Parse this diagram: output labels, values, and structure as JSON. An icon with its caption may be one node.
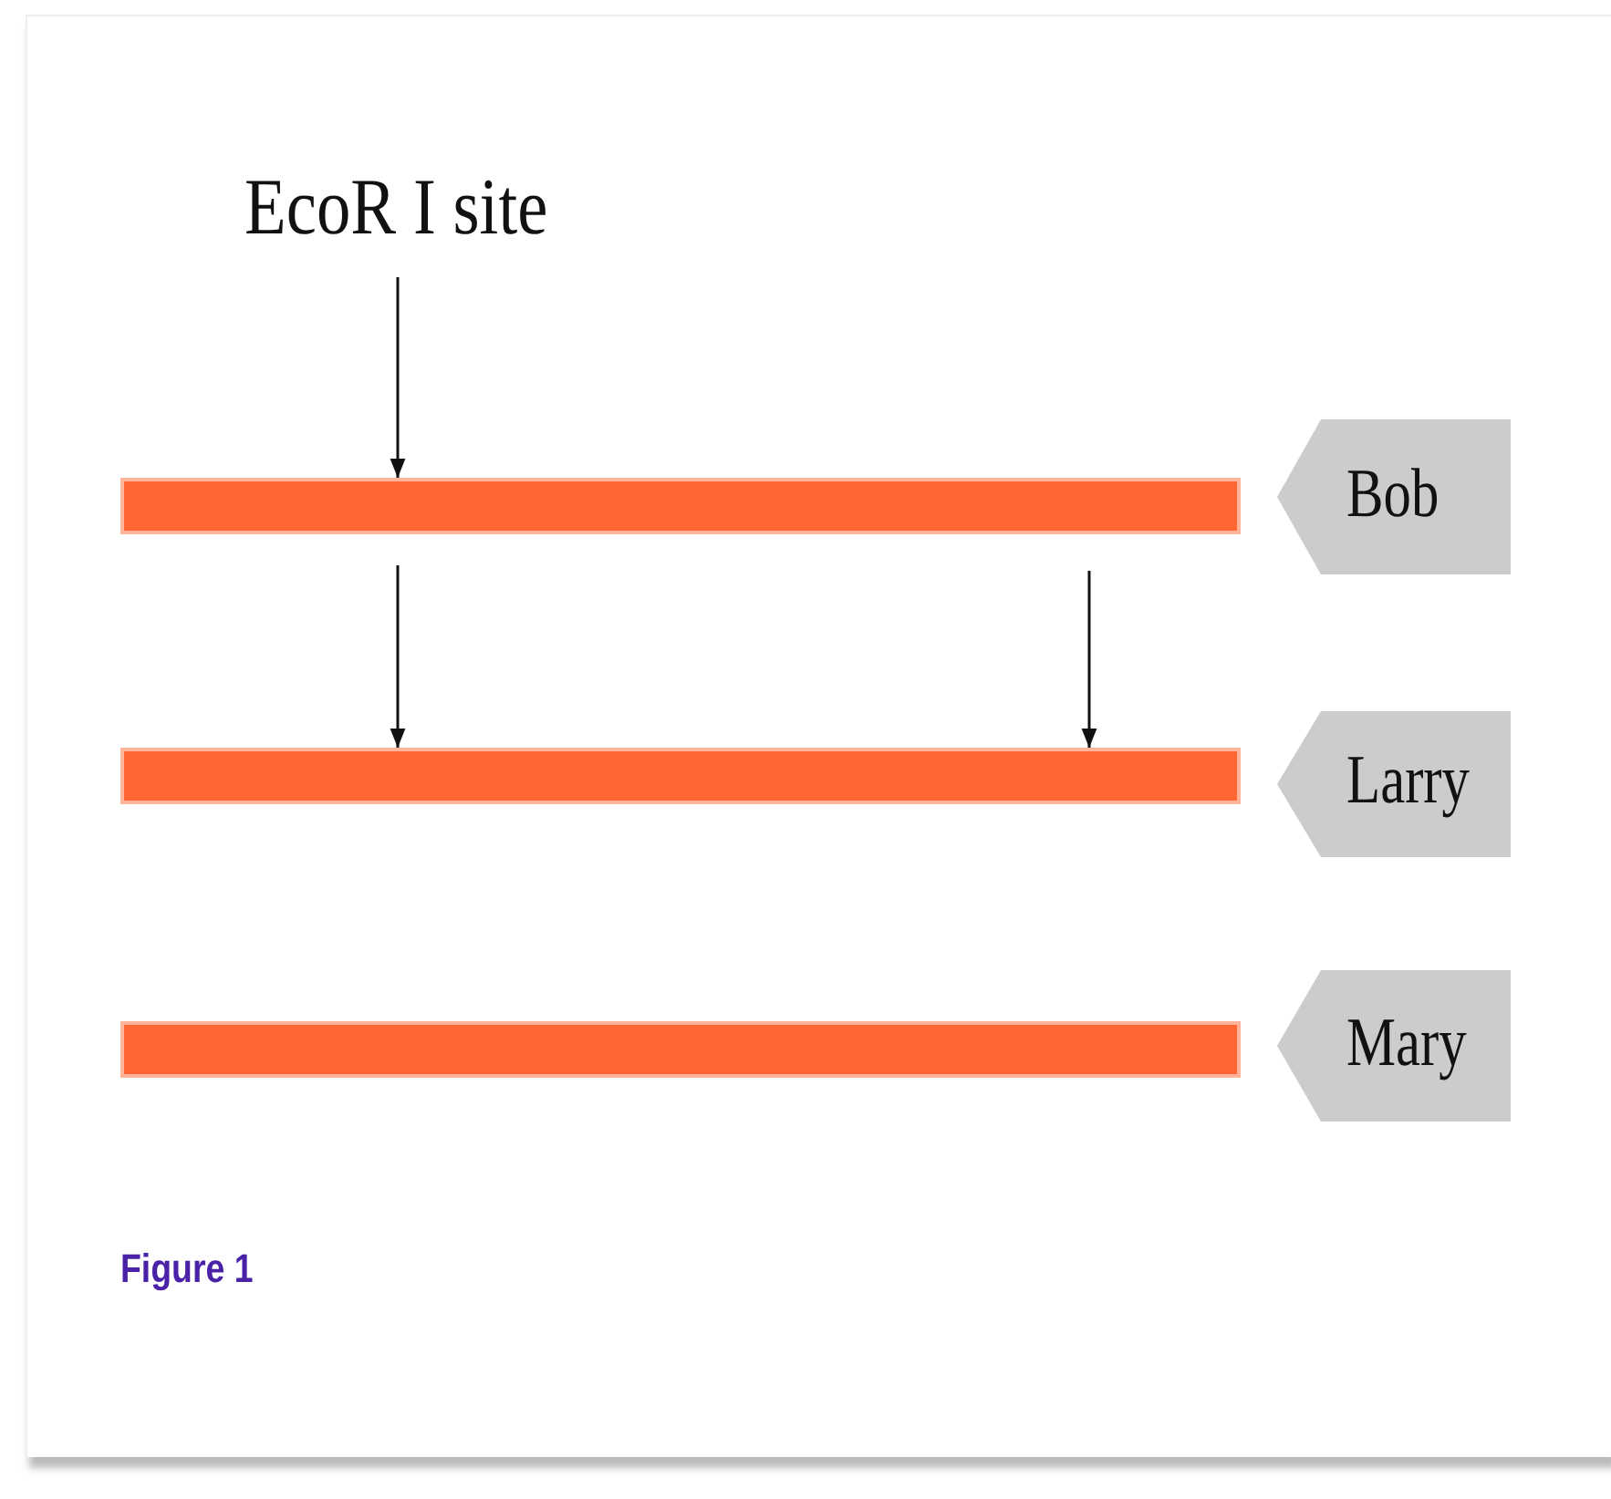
{
  "diagram": {
    "caption": "Figure 1",
    "nodes": [
      {
        "text": [
          "EcoR I site"
        ]
      },
      {
        "text": [],
        "shape": "bar"
      },
      {
        "text": [
          "Bob"
        ]
      },
      {
        "text": [],
        "shape": "bar"
      },
      {
        "text": [
          "Larry"
        ]
      },
      {
        "text": [],
        "shape": "bar"
      },
      {
        "text": [
          "Mary"
        ]
      }
    ],
    "edges": [
      {
        "from": 0,
        "to": 1,
        "arrow": "to"
      },
      {
        "from": null,
        "to": 3,
        "arrow": "to"
      },
      {
        "from": null,
        "to": 3,
        "arrow": "to"
      }
    ]
  }
}
